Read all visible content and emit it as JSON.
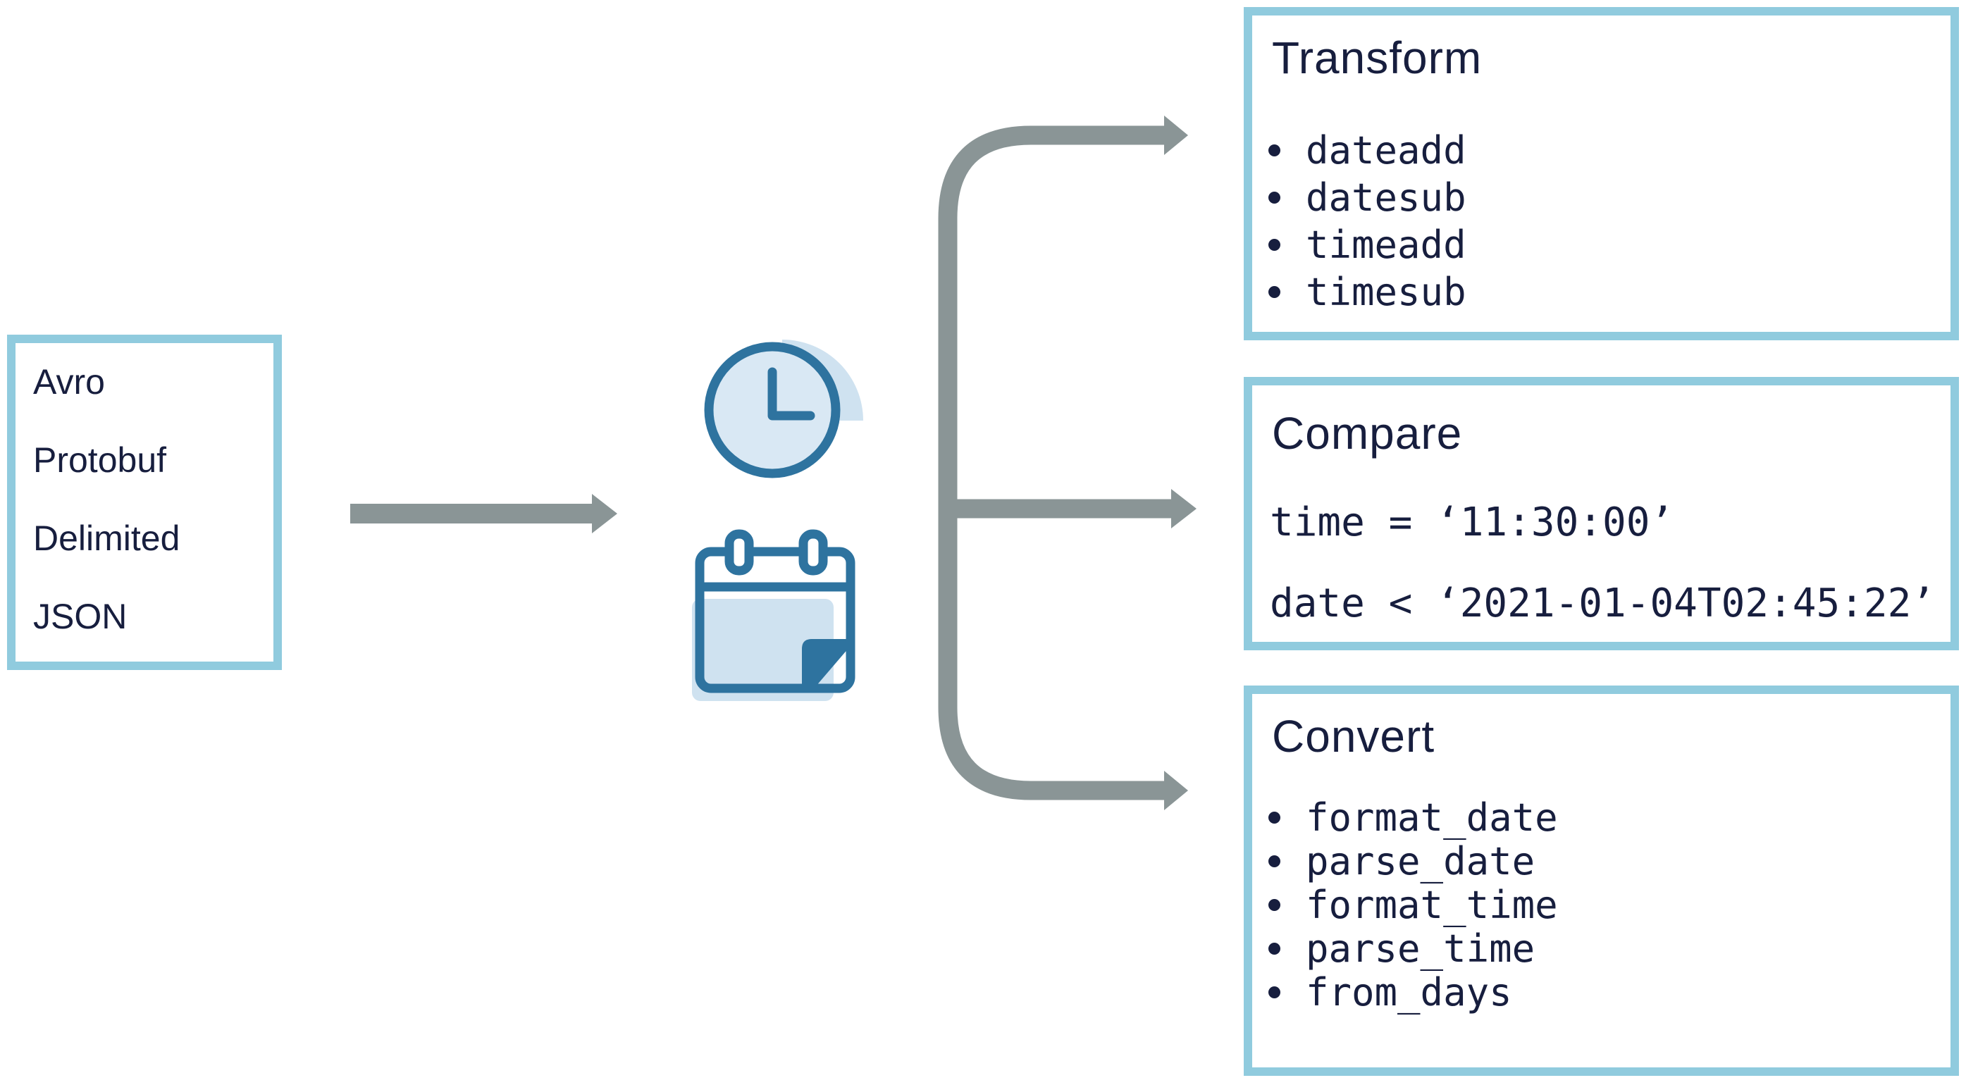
{
  "diagram": {
    "source_box": {
      "items": [
        "Avro",
        "Protobuf",
        "Delimited",
        "JSON"
      ]
    },
    "center_icons": [
      "clock-icon",
      "calendar-icon"
    ],
    "target_boxes": [
      {
        "title": "Transform",
        "items": [
          "dateadd",
          "datesub",
          "timeadd",
          "timesub"
        ]
      },
      {
        "title": "Compare",
        "lines": [
          "time = ‘11:30:00’",
          "date < ‘2021-01-04T02:45:22’"
        ]
      },
      {
        "title": "Convert",
        "items": [
          "format_date",
          "parse_date",
          "format_time",
          "parse_time",
          "from_days"
        ]
      }
    ],
    "colors": {
      "background": "#ffffff",
      "box_border": "#90cbde",
      "text": "#171e3e",
      "arrow": "#8a9596",
      "icon_stroke": "#2e739f",
      "icon_fill": "#d9e8f4",
      "icon_shadow": "#cfe2f0"
    }
  }
}
